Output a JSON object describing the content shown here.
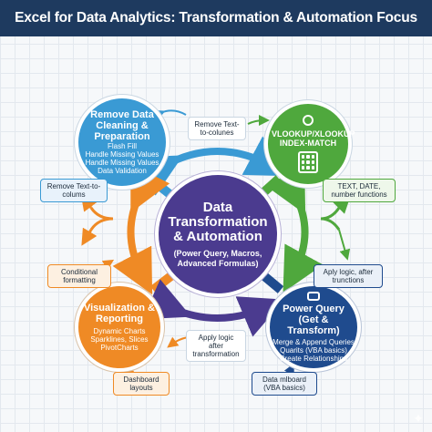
{
  "header": {
    "title": "Excel for Data Analytics: Transformation & Automation Focus"
  },
  "center": {
    "title": "Data Transformation & Automation",
    "subtitle": "(Power Query, Macros, Advanced Formulas)"
  },
  "nodes": {
    "cleaning": {
      "title": "Remove Data Cleaning & Preparation",
      "items": [
        "Flash Fill",
        "Handle Missing Values",
        "Handle Missing Values",
        "Data Validation"
      ]
    },
    "lookup": {
      "title": "VLOOKUP/XLOOKUP INDEX-MATCH",
      "icon": "spreadsheet-icon"
    },
    "visualization": {
      "title": "Visualization & Reporting",
      "items": [
        "Dynamic Charts",
        "Sparklines, Slices",
        "PivotCharts"
      ]
    },
    "powerquery": {
      "title": "Power Query (Get & Transform)",
      "items": [
        "Merge & Append Queries",
        "Quarits (VBA basics)",
        "Create Relationships"
      ]
    }
  },
  "labels": {
    "top_connector": "Remove Text-to-colunes",
    "left_top": "Remove Text-to-colums",
    "left_mid": "Conditional formatting",
    "right_top": "TEXT, DATE, number functions",
    "right_mid": "Aply logic, after trunctions",
    "bottom_connector": "Apply logic after transformation",
    "bottom_left": "Dashboard layouts",
    "bottom_right": "Data mlboard (VBA basics)"
  },
  "colors": {
    "header": "#1e3a5f",
    "blue": "#3a9ad4",
    "green": "#4fa83d",
    "purple": "#4b3b8f",
    "orange": "#ef8a25",
    "navy": "#1f4b8e"
  }
}
